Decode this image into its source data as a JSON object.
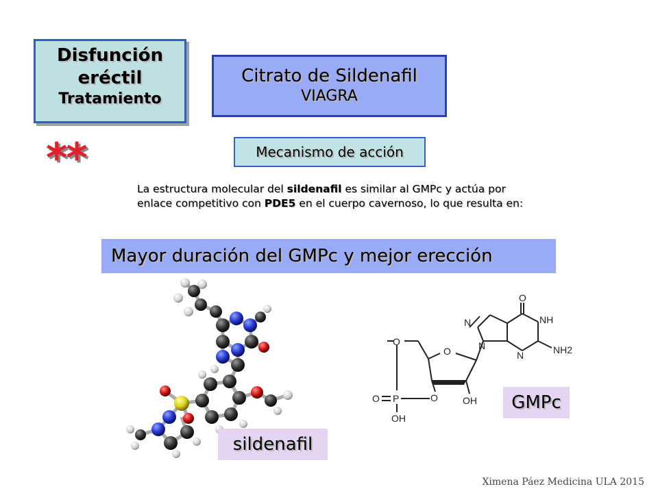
{
  "title_box": {
    "line1": "Disfunción",
    "line2": "eréctil",
    "line3": "Tratamiento"
  },
  "drug_box": {
    "line1": "Citrato de Sildenafil",
    "line2": "VIAGRA"
  },
  "stars": "**",
  "mechanism_box": {
    "label": "Mecanismo de acción"
  },
  "paragraph": {
    "p1": "La estructura molecular del ",
    "b1": "sildenafil",
    "p2": " es similar al GMPc y actúa por enlace competitivo con ",
    "b2": "PDE5",
    "p3": " en el cuerpo cavernoso, lo que resulta en:"
  },
  "result_box": {
    "label": "Mayor duración del GMPc y mejor erección"
  },
  "gmpc_structure": {
    "o_top": "O",
    "nh": "NH",
    "nh2": "NH2",
    "n1": "N",
    "n2": "N",
    "n3": "N",
    "o_ring": "O",
    "o_left": "O",
    "o_bridge": "O",
    "p": "P",
    "o_p": "O",
    "oh_p": "OH",
    "oh_right": "OH"
  },
  "labels": {
    "gmpc": "GMPc",
    "sildenafil": "sildenafil"
  },
  "footer": "Ximena Páez Medicina ULA 2015",
  "colors": {
    "title_box_bg": "#bfe0e2",
    "drug_box_bg": "#99aaf7",
    "stars": "#e0202a",
    "label_bg": "#e6d4f3"
  }
}
